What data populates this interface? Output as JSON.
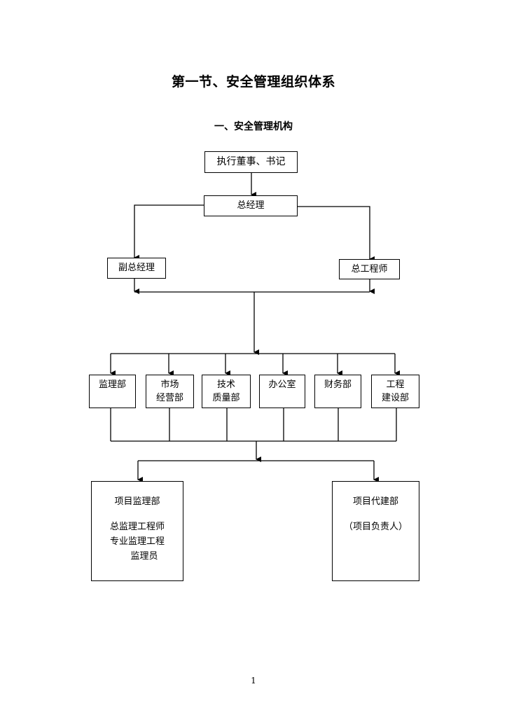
{
  "document": {
    "title": "第一节、安全管理组织体系",
    "subtitle": "一、安全管理机构",
    "page_number": "1"
  },
  "org_chart": {
    "executive": "执行董事、书记",
    "general_manager": "总经理",
    "deputy_general_manager": "副总经理",
    "chief_engineer": "总工程师",
    "departments": [
      {
        "line1": "监理部",
        "line2": ""
      },
      {
        "line1": "市场",
        "line2": "经营部"
      },
      {
        "line1": "技术",
        "line2": "质量部"
      },
      {
        "line1": "办公室",
        "line2": ""
      },
      {
        "line1": "财务部",
        "line2": ""
      },
      {
        "line1": "工程",
        "line2": "建设部"
      }
    ],
    "project_supervision": {
      "title": "项目监理部",
      "members": [
        "总监理工程师",
        "专业监理工程",
        "监理员"
      ]
    },
    "project_agent": {
      "title": "项目代建部",
      "note": "（项目负责人）"
    }
  }
}
